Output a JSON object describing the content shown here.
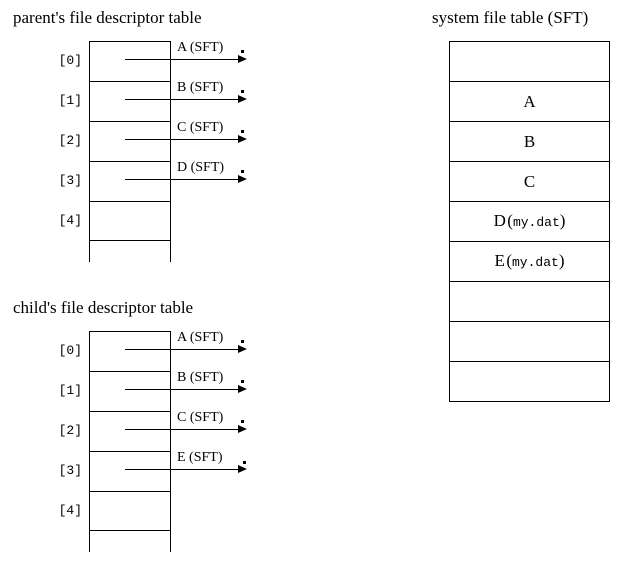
{
  "titles": {
    "parent": "parent's file descriptor table",
    "child": "child's file descriptor table",
    "sft": "system file table (SFT)"
  },
  "colors": {
    "background": "#ffffff",
    "ink": "#000000"
  },
  "parent_table": {
    "name": "parent's file descriptor table",
    "indices": [
      "[0]",
      "[1]",
      "[2]",
      "[3]",
      "[4]"
    ],
    "entries": [
      {
        "index": "[0]",
        "pointer_label": "A (SFT)",
        "has_pointer": true
      },
      {
        "index": "[1]",
        "pointer_label": "B (SFT)",
        "has_pointer": true
      },
      {
        "index": "[2]",
        "pointer_label": "C (SFT)",
        "has_pointer": true
      },
      {
        "index": "[3]",
        "pointer_label": "D (SFT)",
        "has_pointer": true
      },
      {
        "index": "[4]",
        "pointer_label": "",
        "has_pointer": false
      }
    ]
  },
  "child_table": {
    "name": "child's file descriptor table",
    "indices": [
      "[0]",
      "[1]",
      "[2]",
      "[3]",
      "[4]"
    ],
    "entries": [
      {
        "index": "[0]",
        "pointer_label": "A (SFT)",
        "has_pointer": true
      },
      {
        "index": "[1]",
        "pointer_label": "B (SFT)",
        "has_pointer": true
      },
      {
        "index": "[2]",
        "pointer_label": "C (SFT)",
        "has_pointer": true
      },
      {
        "index": "[3]",
        "pointer_label": "E (SFT)",
        "has_pointer": true
      },
      {
        "index": "[4]",
        "pointer_label": "",
        "has_pointer": false
      }
    ]
  },
  "sft_table": {
    "name": "system file table (SFT)",
    "rows": [
      {
        "entry": "",
        "file": ""
      },
      {
        "entry": "A",
        "file": ""
      },
      {
        "entry": "B",
        "file": ""
      },
      {
        "entry": "C",
        "file": ""
      },
      {
        "entry": "D",
        "file": "my.dat"
      },
      {
        "entry": "E",
        "file": "my.dat"
      },
      {
        "entry": "",
        "file": ""
      },
      {
        "entry": "",
        "file": ""
      },
      {
        "entry": "",
        "file": ""
      }
    ]
  }
}
